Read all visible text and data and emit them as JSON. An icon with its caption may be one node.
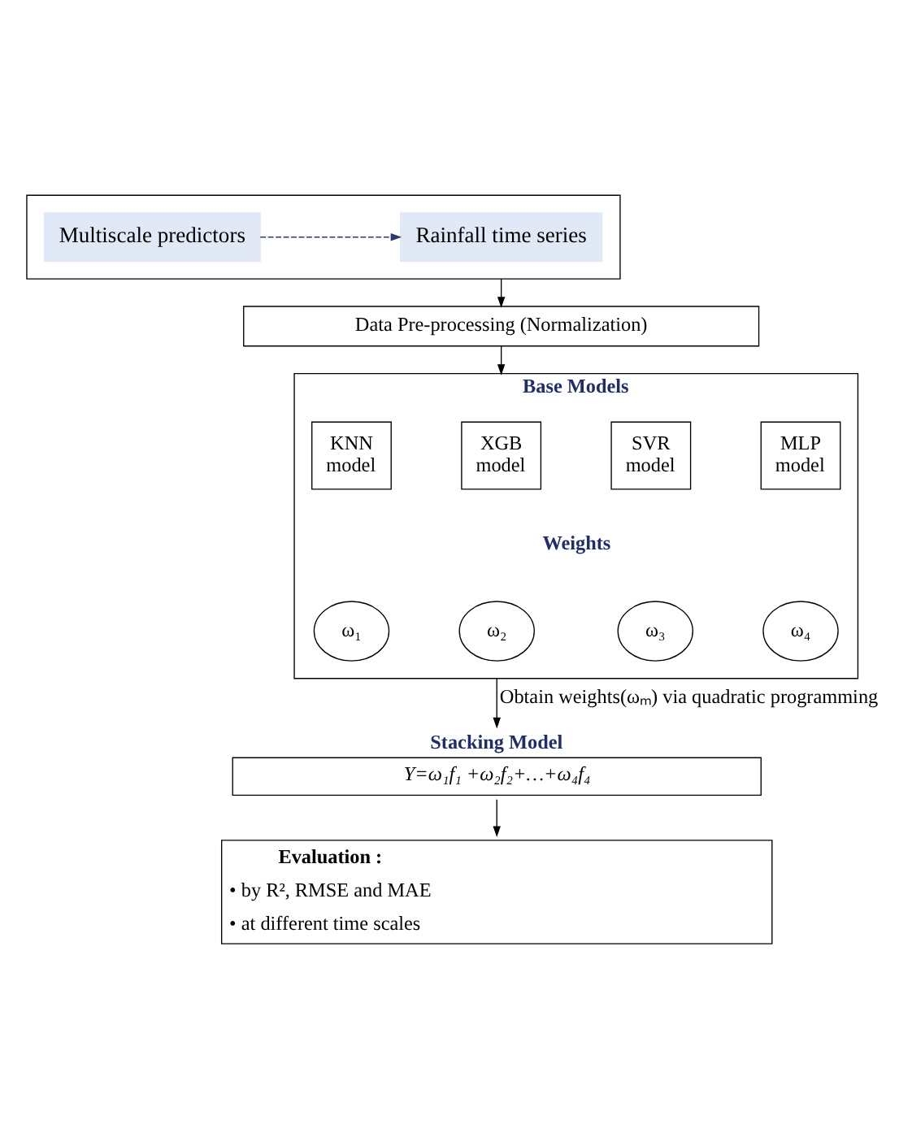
{
  "diagram": {
    "nodes": [
      {
        "text": [],
        "shape": "box"
      },
      {
        "text": [
          "Multiscale predictors"
        ],
        "in": 0
      },
      {
        "text": [
          "Rainfall time series"
        ],
        "in": 0
      },
      {
        "text": [
          "Data Pre-processing (Normalization)"
        ]
      },
      {
        "text": [
          "Base Models",
          "Weights"
        ]
      },
      {
        "text": [
          "KNN model"
        ],
        "in": 4
      },
      {
        "text": [
          "XGB model"
        ],
        "in": 4
      },
      {
        "text": [
          "SVR model"
        ],
        "in": 4
      },
      {
        "text": [
          "MLP model"
        ],
        "in": 4
      },
      {
        "text": [
          "ω₁"
        ],
        "in": 4
      },
      {
        "text": [
          "ω₂"
        ],
        "in": 4
      },
      {
        "text": [
          "ω₃"
        ],
        "in": 4
      },
      {
        "text": [
          "ω₄"
        ],
        "in": 4
      },
      {
        "text": [
          "Stacking Model",
          "Y=ω₁f₁ +ω₂f₂+…+ω₄f₄"
        ]
      },
      {
        "text": [
          "Evaluation :",
          "• by R², RMSE and MAE",
          "• at different time scales"
        ]
      }
    ],
    "edges": [
      {
        "from": 1,
        "to": 2,
        "arrow": "to",
        "style": "dashed",
        "color": "#2b3a6b"
      },
      {
        "from": 0,
        "to": 3,
        "arrow": "to"
      },
      {
        "from": 3,
        "to": 4,
        "arrow": "to"
      },
      {
        "from": 4,
        "to": 13,
        "arrow": "to",
        "label": "Obtain weights(ωₘ) via quadratic programming"
      },
      {
        "from": 13,
        "to": 14,
        "arrow": "to"
      }
    ]
  }
}
